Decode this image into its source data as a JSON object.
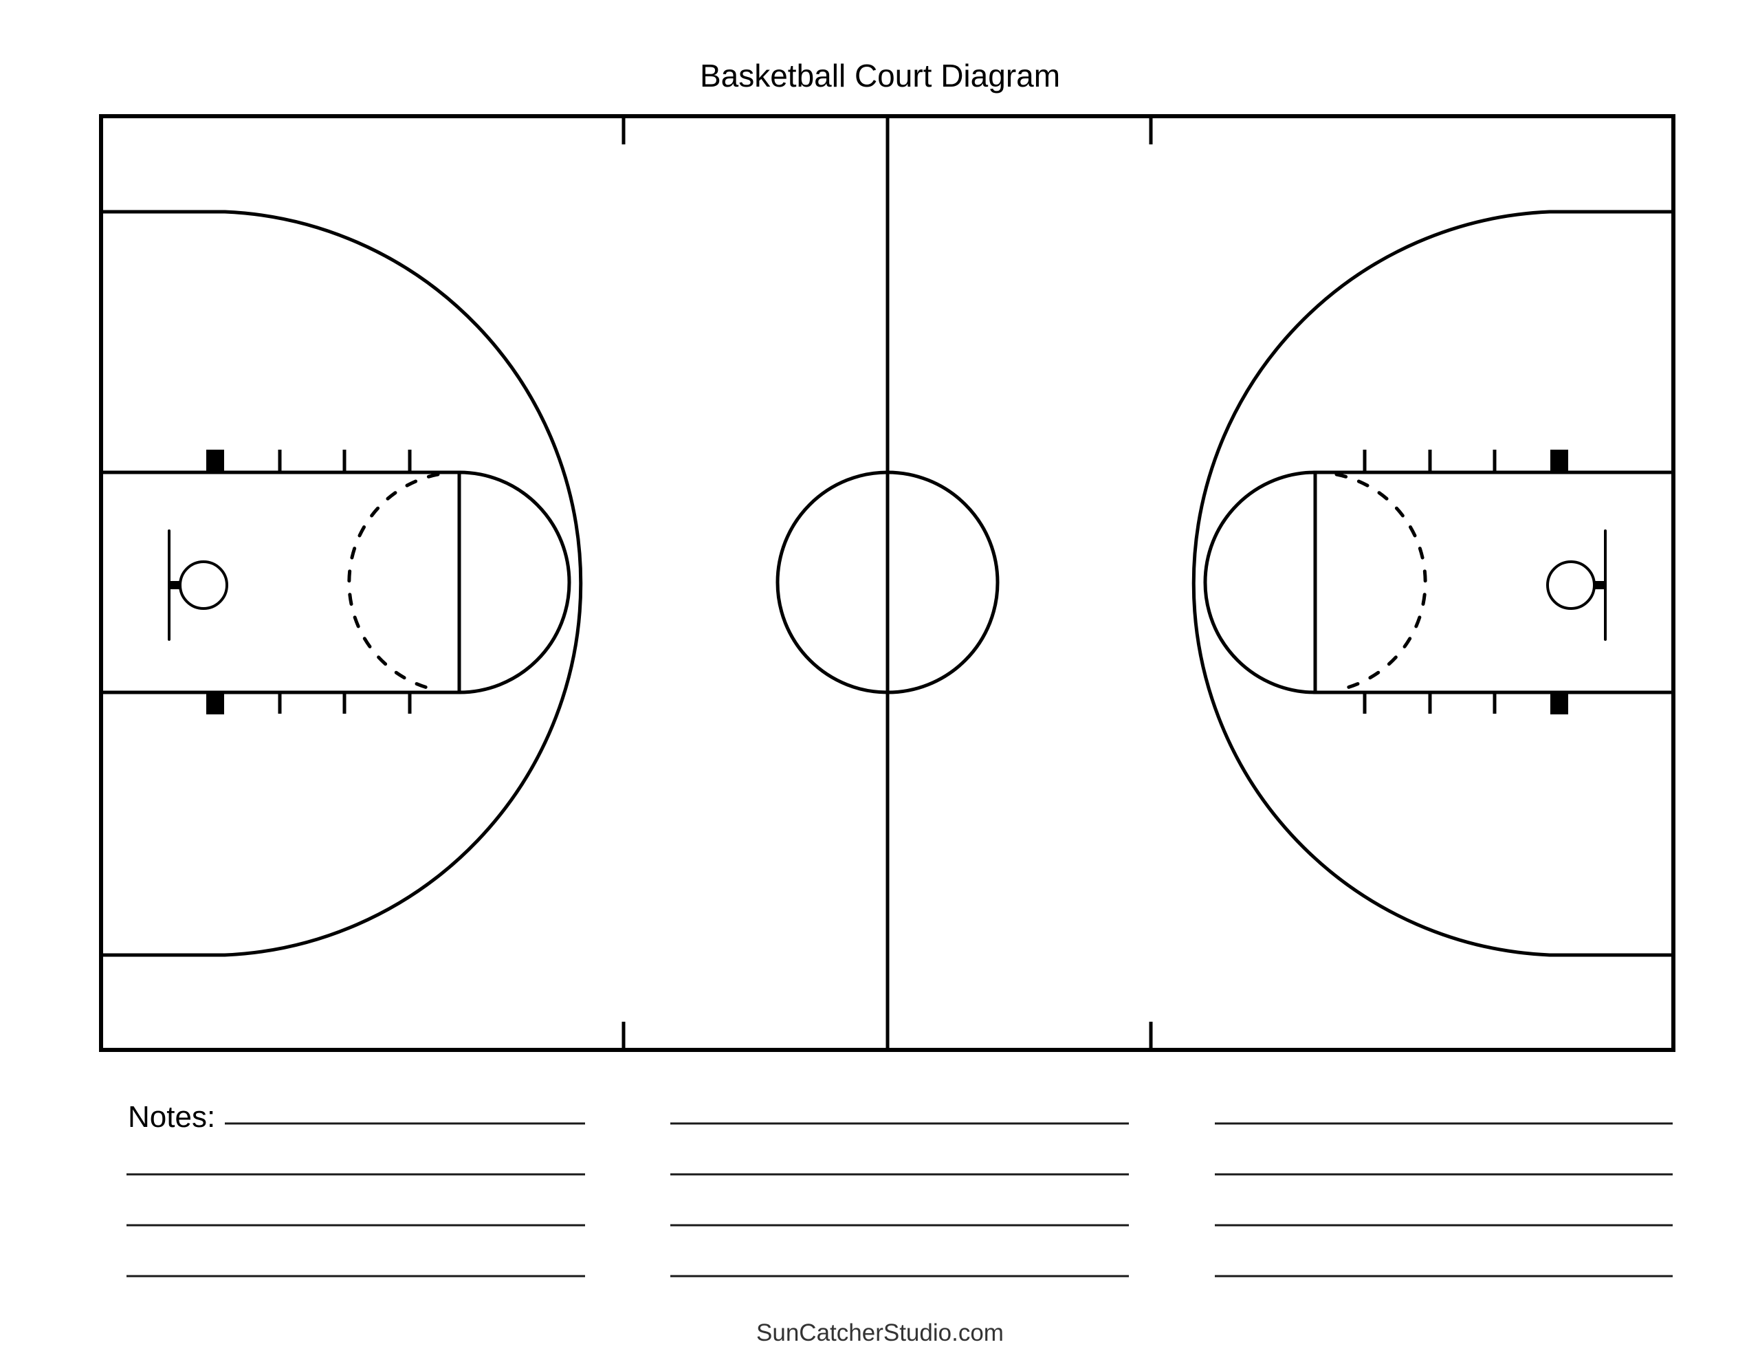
{
  "page": {
    "title": "Basketball Court Diagram",
    "footer": "SunCatcherStudio.com"
  },
  "court": {
    "line_color": "#000000",
    "background": "#ffffff",
    "elements": [
      "outer-boundary",
      "half-court-line",
      "center-circle",
      "sideline-ticks",
      "left-three-point-line",
      "left-lane",
      "left-free-throw-circle",
      "left-lane-hash-marks",
      "left-lane-blocks",
      "left-backboard",
      "left-rim",
      "right-three-point-line",
      "right-lane",
      "right-free-throw-circle",
      "right-lane-hash-marks",
      "right-lane-blocks",
      "right-backboard",
      "right-rim"
    ]
  },
  "notes": {
    "label": "Notes:",
    "columns": 3,
    "lines_per_column": 4
  }
}
